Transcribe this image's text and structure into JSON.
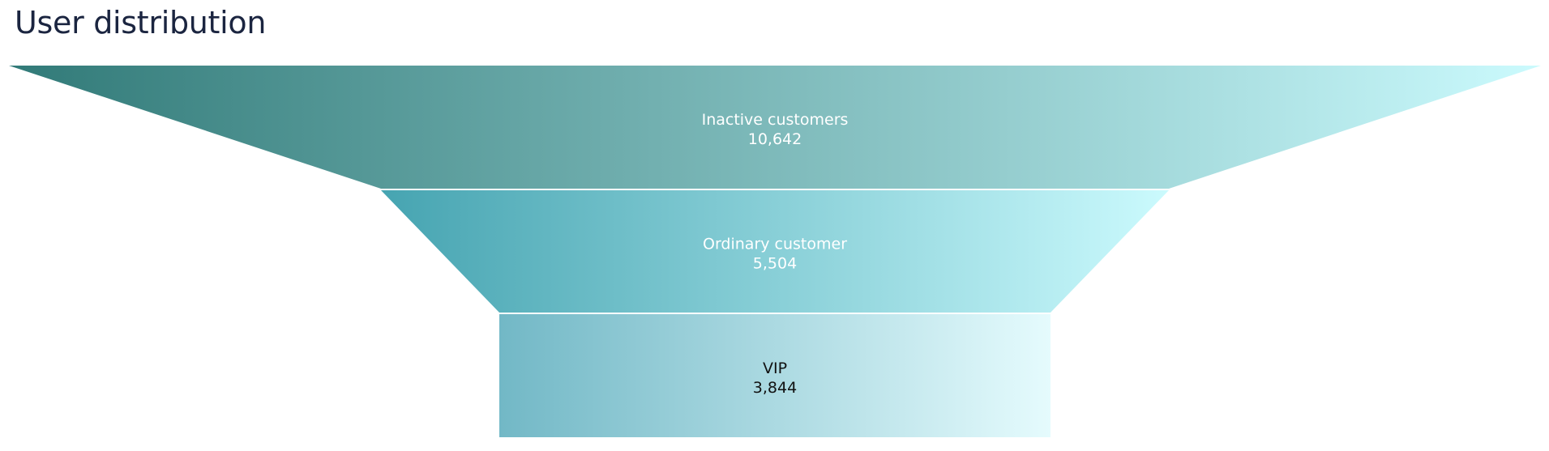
{
  "header": {
    "title": "User distribution"
  },
  "chart_data": {
    "type": "funnel",
    "title": "User distribution",
    "categories": [
      "Inactive customers",
      "Ordinary customer",
      "VIP"
    ],
    "values": [
      10642,
      5504,
      3844
    ],
    "value_labels": [
      "10,642",
      "5,504",
      "3,844"
    ],
    "label_colors": [
      "#ffffff",
      "#ffffff",
      "#111111"
    ],
    "gradients": [
      [
        "#317a78",
        "#cbfafd"
      ],
      [
        "#46a4b1",
        "#cbfafd"
      ],
      [
        "#72b8c6",
        "#e5fbfd"
      ]
    ]
  }
}
